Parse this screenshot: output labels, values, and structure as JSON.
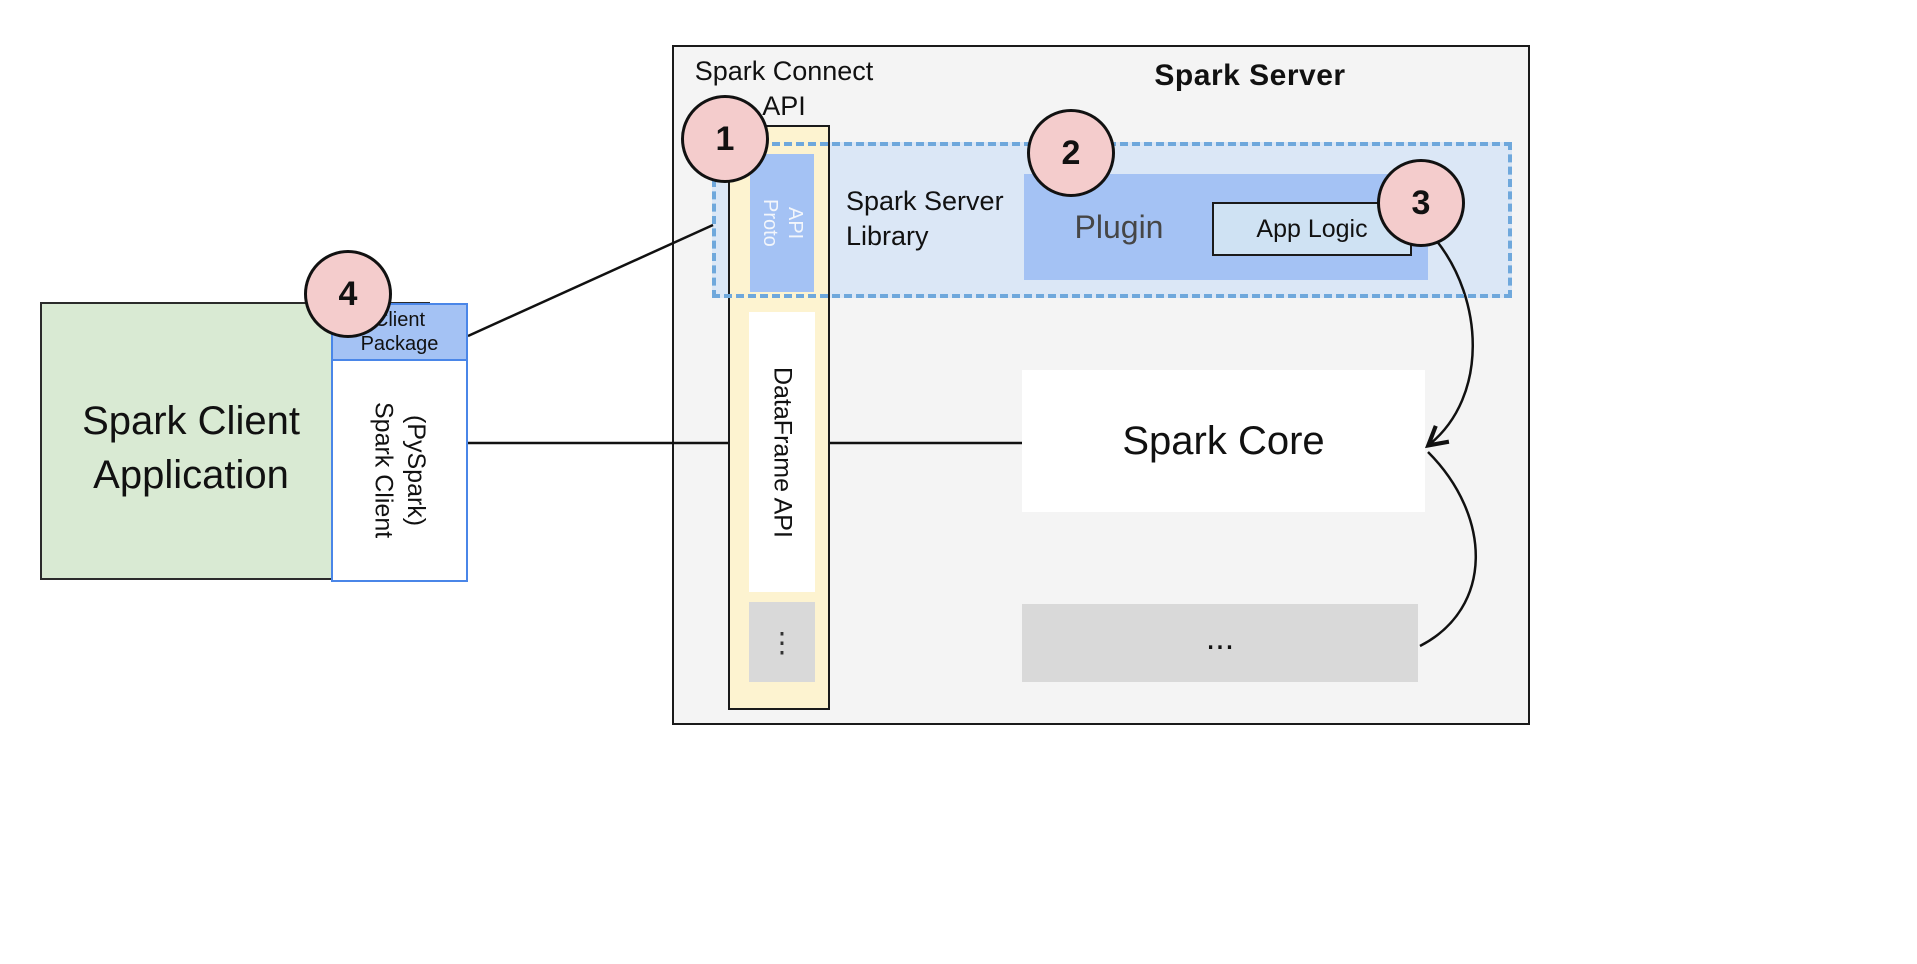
{
  "colors": {
    "accent_blue": "#a4c2f4",
    "light_blue": "#cfe2f3",
    "dashed_border_blue": "#6fa8dc",
    "yellow": "#fdf3d0",
    "green": "#d9ead3",
    "gray": "#d9d9d9",
    "badge_pink": "#f4cccc",
    "server_bg": "#f4f4f4",
    "client_border_blue": "#4a86e8"
  },
  "client": {
    "application_label": "Spark Client\nApplication",
    "package_label": "Client\nPackage",
    "pyspark_label": "Spark Client\n(PySpark)",
    "badge": "4"
  },
  "server": {
    "title": "Spark Server",
    "connect_api_label": "Spark Connect\nAPI",
    "proto_api_label": "Proto\nAPI",
    "dataframe_api_label": "DataFrame API",
    "api_more": "⋮",
    "library_label": "Spark Server\nLibrary",
    "plugin_label": "Plugin",
    "app_logic_label": "App Logic",
    "core_label": "Spark Core",
    "more_label": "...",
    "badges": {
      "b1": "1",
      "b2": "2",
      "b3": "3"
    }
  }
}
